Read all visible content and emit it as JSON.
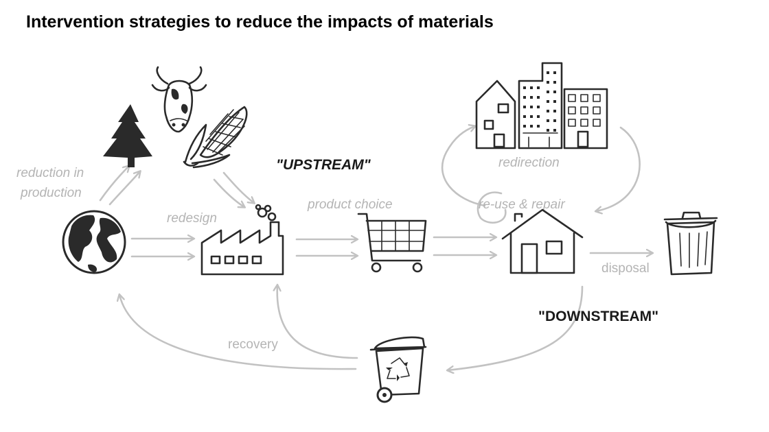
{
  "title": "Intervention strategies to reduce the impacts of materials",
  "labels": {
    "reduction_line1": "reduction in",
    "reduction_line2": "production",
    "redesign": "redesign",
    "product_choice": "product choice",
    "re_use_repair": "re-use & repair",
    "redirection": "redirection",
    "disposal": "disposal",
    "recovery": "recovery",
    "upstream": "\"UPSTREAM\"",
    "downstream": "\"DOWNSTREAM\""
  },
  "icons": [
    "globe-icon",
    "tree-icon",
    "cow-icon",
    "corn-icon",
    "factory-icon",
    "shopping-cart-icon",
    "buildings-icon",
    "house-icon",
    "trash-can-icon",
    "recycling-bin-icon"
  ],
  "colors": {
    "label_gray": "#b4b4b4",
    "arrow_gray": "#c2c2c2",
    "ink": "#2a2a2a",
    "stream_text": "#1a1a1a"
  }
}
